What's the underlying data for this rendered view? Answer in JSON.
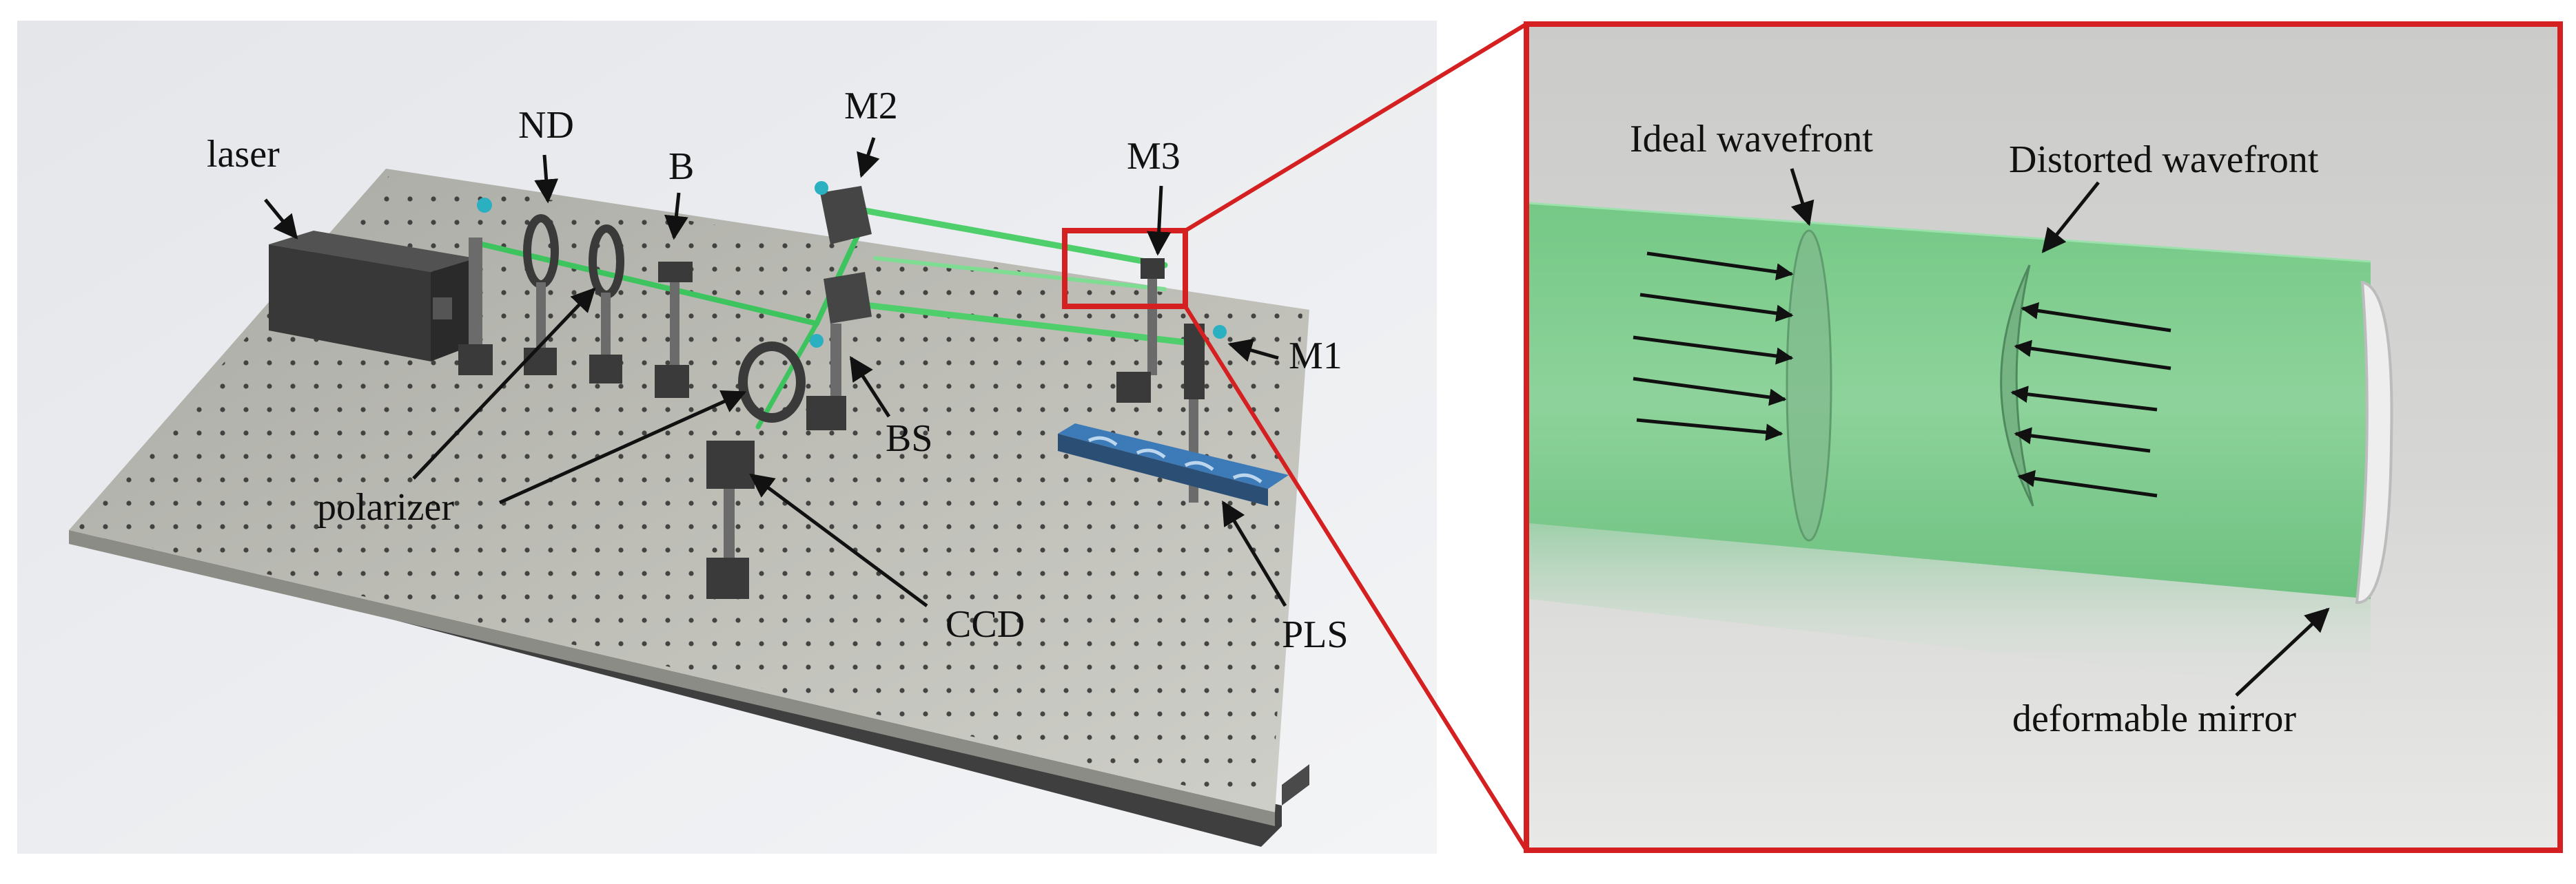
{
  "labels": {
    "laser": "laser",
    "nd": "ND",
    "b": "B",
    "m2": "M2",
    "m3": "M3",
    "m1": "M1",
    "bs": "BS",
    "polarizer": "polarizer",
    "ccd": "CCD",
    "pls": "PLS"
  },
  "inset": {
    "ideal": "Ideal wavefront",
    "distorted": "Distorted wavefront",
    "mirror": "deformable mirror"
  },
  "colors": {
    "frame": "#d42020",
    "beam": "#34c25a",
    "table": "#b8b8b0",
    "tableEdge": "#454545",
    "hole": "#2d2d2d",
    "component": "#3a3a3a",
    "plsBlue": "#3d7ab8"
  }
}
